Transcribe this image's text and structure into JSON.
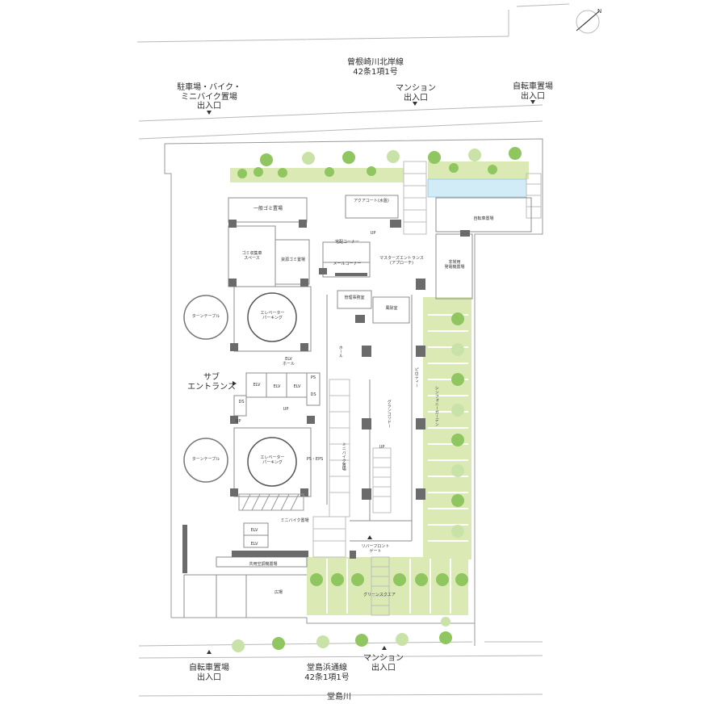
{
  "colors": {
    "green": "#dbeab4",
    "tree": "#8fc65f",
    "tree_light": "#c9e2a8",
    "water": "#d2ecf7",
    "wall": "#6b6b6b",
    "line": "#9a9a9a"
  },
  "icons": [
    "north-arrow-icon",
    "entrance-arrow-icon"
  ],
  "roads": {
    "north_name": "曾根崎川北岸線",
    "north_code": "42条1項1号",
    "south_name": "堂島浜通線",
    "south_code": "42条1項1号",
    "river": "堂島川"
  },
  "entrances": {
    "parking_top": "駐車場・バイク・\nミニバイク置場\n出入口",
    "mansion_top": "マンション\n出入口",
    "bicycle_top": "自転車置場\n出入口",
    "bicycle_bottom": "自転車置場\n出入口",
    "mansion_bottom": "マンション\n出入口",
    "sub_entrance": "サブ\nエントランス"
  },
  "rooms": {
    "general_garbage": "一般ゴミ置場",
    "aqua_court": "アクアコート(水盤)",
    "bicycle_parking": "自転車置場",
    "garbage_truck": "ゴミ収集車\nスペース",
    "resource_garbage": "資源ゴミ置場",
    "delivery_corner": "宅配コーナー",
    "mail_corner": "メールコーナー",
    "masters_entrance": "マスターズエントランス\n(アプローチ)",
    "emergency_generator": "非常用\n発電機置場",
    "management_office": "管理事務室",
    "windbreak": "風除室",
    "turntable_1": "ターンテーブル",
    "turntable_2": "ターンテーブル",
    "elevator_parking_1": "エレベーター\nパーキング",
    "elevator_parking_2": "エレベーター\nパーキング",
    "elv_hall": "ELV\nホール",
    "hall": "ホール",
    "piloti": "ピロティー",
    "grand_corridor": "グランコリドー",
    "symphony_garden": "シンフォニーガーデン",
    "mini_bike_vertical": "ミニバイク置場",
    "mini_bike": "ミニバイク置場",
    "shared_ac": "共用空調機置場",
    "plaza": "広場",
    "green_square": "グリーンスクエア",
    "river_front_gate": "リバーフロント\nゲート",
    "ps_eps": "PS・EPS",
    "elv_a": "ELV",
    "elv_b": "ELV",
    "elv_c": "ELV",
    "elv_d": "ELV",
    "elv_e": "ELV",
    "ps": "PS",
    "ds_1": "DS",
    "ds_2": "DS",
    "up_1": "UP",
    "up_2": "UP",
    "up_3": "UP",
    "up_4": "UP"
  }
}
